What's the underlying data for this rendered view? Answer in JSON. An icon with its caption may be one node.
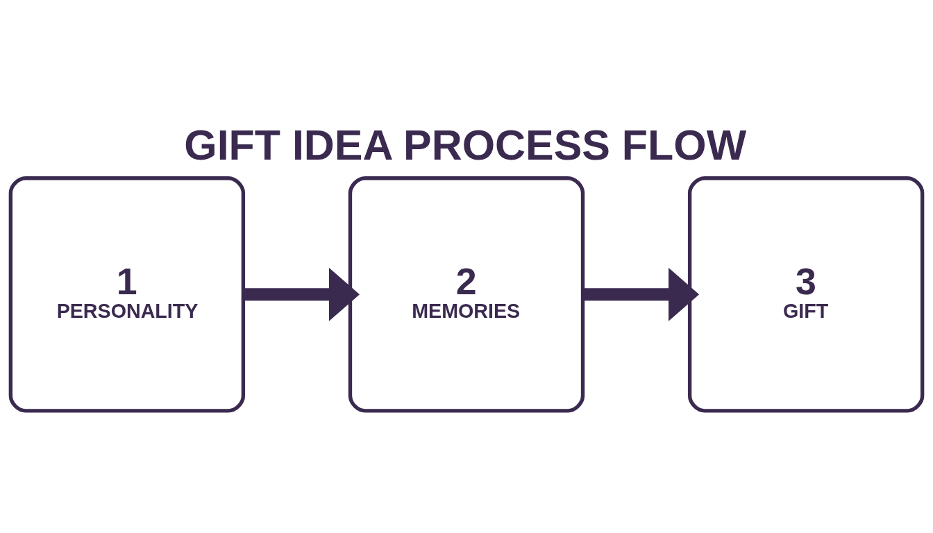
{
  "diagram": {
    "title": "GIFT IDEA PROCESS FLOW",
    "nodes": [
      {
        "text": [
          "1",
          "PERSONALITY"
        ]
      },
      {
        "text": [
          "2",
          "MEMORIES"
        ]
      },
      {
        "text": [
          "3",
          "GIFT"
        ]
      }
    ],
    "edges": [
      {
        "from": 0,
        "to": 1,
        "arrow": "to"
      },
      {
        "from": 1,
        "to": 2,
        "arrow": "to"
      }
    ]
  }
}
